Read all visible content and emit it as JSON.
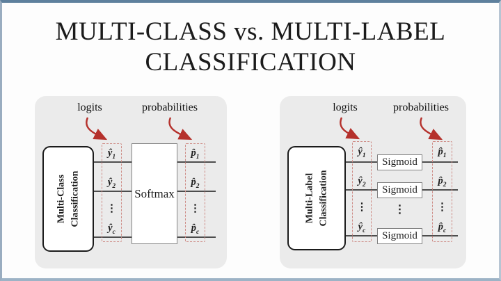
{
  "title": {
    "line1": "MULTI-CLASS vs. MULTI-LABEL",
    "line2": "CLASSIFICATION"
  },
  "colors": {
    "frame_top": "#5e809d",
    "frame_sides": "#b7c5d3",
    "panel_bg": "#ebebeb",
    "arrow_red": "#b5312c",
    "dashed_red": "#cd8a84",
    "line_gray": "#4d4d4d",
    "box_border_dark": "#1b1b1b",
    "box_border_gray": "#828282"
  },
  "panels": {
    "left": {
      "logits_label": "logits",
      "probabilities_label": "probabilities",
      "model_line1": "Multi-Class",
      "model_line2": "Classification",
      "activation_label": "Softmax",
      "logits": [
        {
          "base": "ŷ",
          "sub": "1"
        },
        {
          "base": "ŷ",
          "sub": "2"
        },
        {
          "base": "⋮",
          "sub": ""
        },
        {
          "base": "ŷ",
          "sub": "c"
        }
      ],
      "probs": [
        {
          "base": "p̂",
          "sub": "1"
        },
        {
          "base": "p̂",
          "sub": "2"
        },
        {
          "base": "⋮",
          "sub": ""
        },
        {
          "base": "p̂",
          "sub": "c"
        }
      ]
    },
    "right": {
      "logits_label": "logits",
      "probabilities_label": "probabilities",
      "model_line1": "Multi-Label",
      "model_line2": "Classification",
      "activation_labels": [
        "Sigmoid",
        "Sigmoid",
        "Sigmoid"
      ],
      "activation_ellipsis": "⋮",
      "logits": [
        {
          "base": "ŷ",
          "sub": "1"
        },
        {
          "base": "ŷ",
          "sub": "2"
        },
        {
          "base": "⋮",
          "sub": ""
        },
        {
          "base": "ŷ",
          "sub": "c"
        }
      ],
      "probs": [
        {
          "base": "p̂",
          "sub": "1"
        },
        {
          "base": "p̂",
          "sub": "2"
        },
        {
          "base": "⋮",
          "sub": ""
        },
        {
          "base": "p̂",
          "sub": "c"
        }
      ]
    }
  }
}
